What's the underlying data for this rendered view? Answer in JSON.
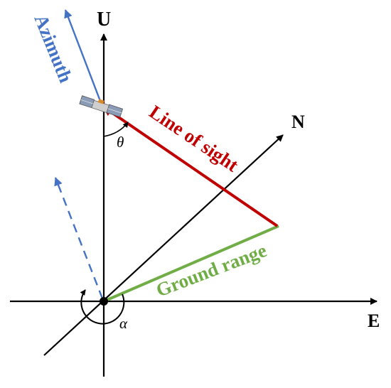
{
  "axes": {
    "up_label": "U",
    "north_label": "N",
    "east_label": "E"
  },
  "vectors": {
    "azimuth_label": "Azimuth",
    "line_of_sight_label": "Line of sight",
    "ground_range_label": "Ground range"
  },
  "angles": {
    "theta_label": "θ",
    "alpha_label": "α"
  },
  "colors": {
    "axis": "#000000",
    "azimuth": "#4472c4",
    "line_of_sight": "#c00000",
    "ground_range": "#70ad47"
  },
  "icons": {
    "satellite": "satellite-icon"
  }
}
